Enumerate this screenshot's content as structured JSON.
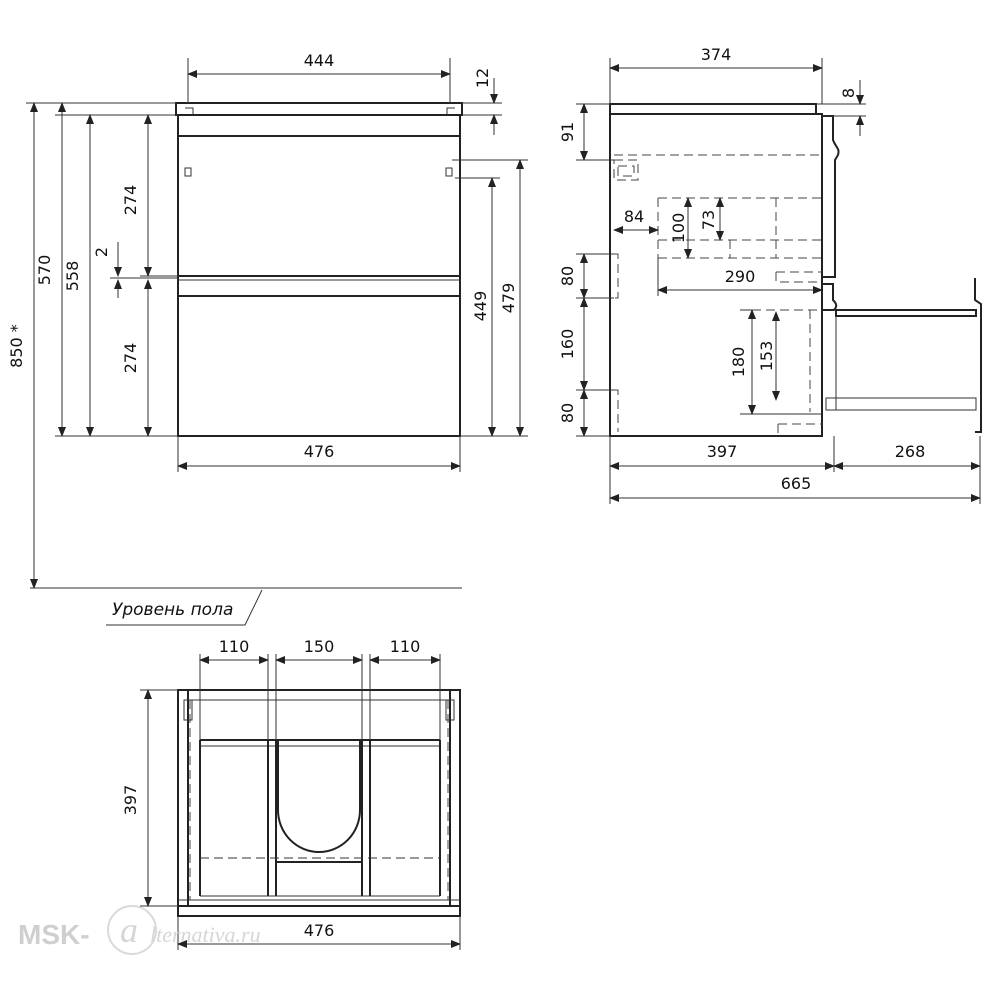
{
  "front_view": {
    "width_top": "444",
    "top_thickness": "12",
    "drawer_height_upper": "274",
    "drawer_height_lower": "274",
    "gap": "2",
    "total_height": "570",
    "body_height": "558",
    "floor_height": "850 *",
    "mount_height_a": "449",
    "mount_height_b": "479",
    "width_bottom": "476",
    "floor_label": "Уровень пола"
  },
  "side_view": {
    "depth_top": "374",
    "top_offset": "8",
    "upper_offset": "91",
    "offset_84": "84",
    "height_100": "100",
    "height_73": "73",
    "depth_290": "290",
    "height_80_upper": "80",
    "height_160": "160",
    "height_80_lower": "80",
    "height_180": "180",
    "height_153": "153",
    "depth_body": "397",
    "drawer_extension": "268",
    "depth_total": "665"
  },
  "top_view": {
    "section_left": "110",
    "section_middle": "150",
    "section_right": "110",
    "depth": "397",
    "width": "476"
  },
  "watermark": {
    "brand": "MSK-",
    "script": "lternativa.ru"
  }
}
